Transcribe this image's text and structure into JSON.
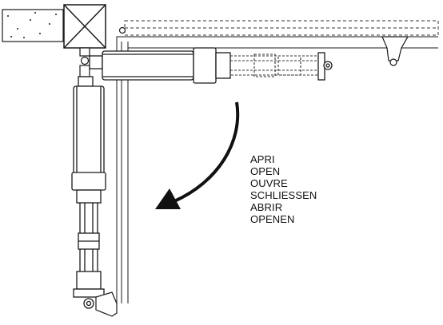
{
  "direction_labels": [
    {
      "lang": "it",
      "text": "APRI"
    },
    {
      "lang": "en",
      "text": "OPEN"
    },
    {
      "lang": "fr",
      "text": "OUVRE"
    },
    {
      "lang": "de",
      "text": "SCHLIESSEN"
    },
    {
      "lang": "es",
      "text": "ABRIR"
    },
    {
      "lang": "nl",
      "text": "OPENEN"
    }
  ],
  "colors": {
    "stroke": "#1a1a1a",
    "dashed": "#333333",
    "arrow": "#111111"
  },
  "icons": {
    "direction_arrow": "curved-arrow-down-left"
  }
}
